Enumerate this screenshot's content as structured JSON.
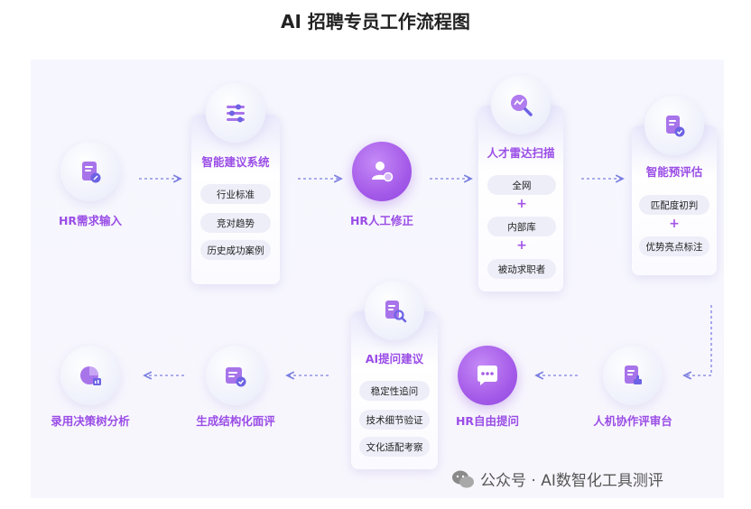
{
  "title": "AI 招聘专员工作流程图",
  "nodes": {
    "hr_input": "HR需求输入",
    "smart_suggest": "智能建议系统",
    "hr_correct": "HR人工修正",
    "talent_radar": "人才雷达扫描",
    "smart_eval": "智能预评估",
    "hr_free_question": "HR自由提问",
    "ai_question": "AI提问建议",
    "human_machine_review": "人机协作评审台",
    "structured_interview": "生成结构化面评",
    "hiring_decision": "录用决策树分析"
  },
  "smart_suggest_items": [
    "行业标准",
    "竞对趋势",
    "历史成功案例"
  ],
  "talent_radar_items": [
    "全网",
    "内部库",
    "被动求职者"
  ],
  "smart_eval_items": [
    "匹配度初判",
    "优势亮点标注"
  ],
  "ai_question_items": [
    "稳定性追问",
    "技术细节验证",
    "文化适配考察"
  ],
  "plus_symbol": "+",
  "watermark": "公众号 · AI数智化工具测评",
  "colors": {
    "accent": "#9a4de6",
    "arrow": "#7b7fe0"
  },
  "icons": {
    "hr_input": "form-pen-icon",
    "smart_suggest": "sliders-icon",
    "hr_correct": "user-gear-icon",
    "talent_radar": "search-chart-icon",
    "smart_eval": "doc-check-icon",
    "human_machine_review": "doc-stamp-icon",
    "hr_free_question": "chat-bubble-icon",
    "ai_question": "doc-search-icon",
    "structured_interview": "card-check-icon",
    "hiring_decision": "pie-chart-icon"
  }
}
